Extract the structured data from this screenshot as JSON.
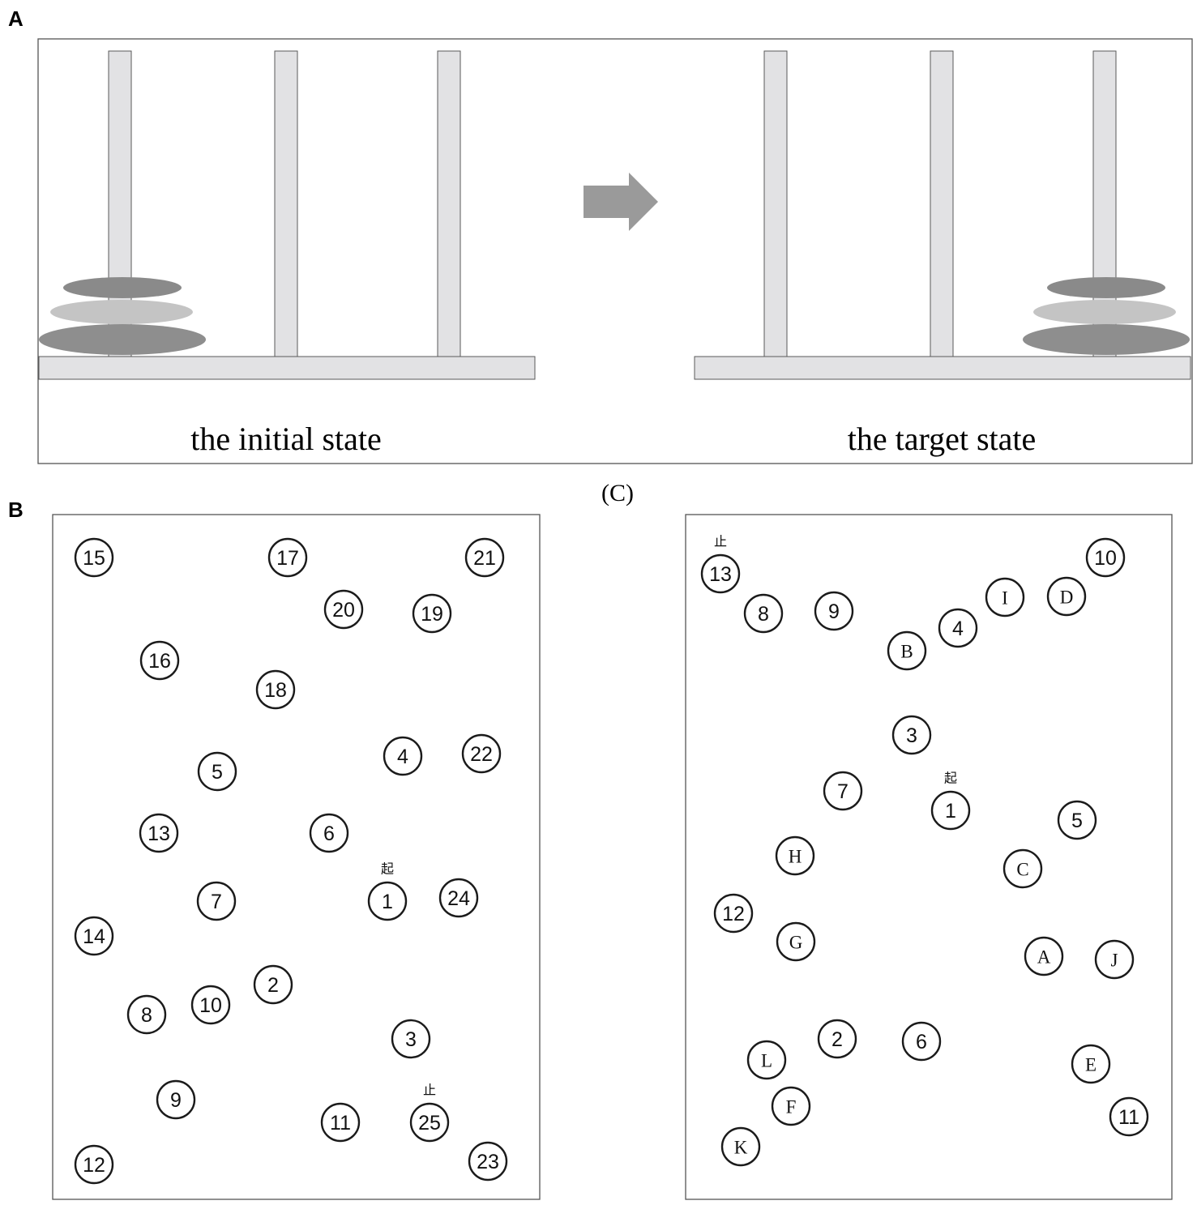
{
  "panel_a": {
    "label": "A",
    "initial_caption": "the initial state",
    "target_caption": "the target state",
    "disk_colors": {
      "top": "#8a8a8a",
      "middle": "#c4c4c4",
      "bottom": "#8e8e8e"
    },
    "arrow_color": "#9a9a9a"
  },
  "panel_b": {
    "label": "B",
    "sub_label": "(C)",
    "start_mark": "起",
    "end_mark": "止",
    "left_test": {
      "nodes": [
        "15",
        "17",
        "21",
        "20",
        "19",
        "16",
        "18",
        "4",
        "22",
        "5",
        "13",
        "6",
        "1",
        "24",
        "7",
        "14",
        "2",
        "10",
        "8",
        "3",
        "9",
        "11",
        "25",
        "12",
        "23"
      ],
      "start_node": "1",
      "end_node": "25"
    },
    "right_test": {
      "nodes": [
        "13",
        "10",
        "8",
        "9",
        "I",
        "D",
        "4",
        "B",
        "3",
        "1",
        "7",
        "5",
        "H",
        "C",
        "12",
        "G",
        "A",
        "J",
        "2",
        "6",
        "L",
        "E",
        "F",
        "11",
        "K"
      ],
      "start_node": "1",
      "end_node": "13"
    }
  }
}
